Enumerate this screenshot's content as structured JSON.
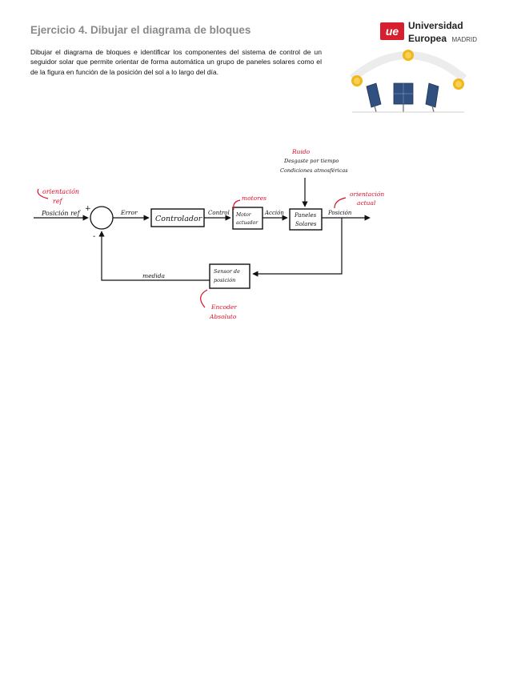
{
  "header": {
    "title": "Ejercicio 4. Dibujar el diagrama de bloques",
    "intro": "Dibujar el diagrama de bloques e identificar los componentes del sistema de control de un seguidor solar que permite orientar de forma automática un grupo de paneles solares como el de la figura en función de la posición del sol a lo largo del día."
  },
  "logo": {
    "mark": "ue",
    "line1": "Universidad",
    "line2": "Europea",
    "line3": "MADRID"
  },
  "diagram": {
    "colors": {
      "ink": "#111111",
      "annotation": "#d8102a"
    },
    "reference_label": "Posición ref",
    "plus_sign": "+",
    "minus_sign": "-",
    "error_label": "Error",
    "controller_label": "Controlador",
    "control_label": "Control",
    "actuator_lines": [
      "Motor",
      "actuador"
    ],
    "action_label": "Acción",
    "plant_lines": [
      "Paneles",
      "Solares"
    ],
    "output_label": "Posición",
    "sensor_lines": [
      "Sensor de",
      "posición"
    ],
    "measure_label": "medida",
    "disturbance_title": "Ruido",
    "disturbance_lines": [
      "Desgaste por tiempo",
      "Condiciones atmosféricas"
    ],
    "annotations": {
      "ref": [
        "orientación",
        "ref"
      ],
      "motors": "motores",
      "output": [
        "orientación",
        "actual"
      ],
      "sensor": [
        "Encoder",
        "Absoluto"
      ]
    }
  }
}
